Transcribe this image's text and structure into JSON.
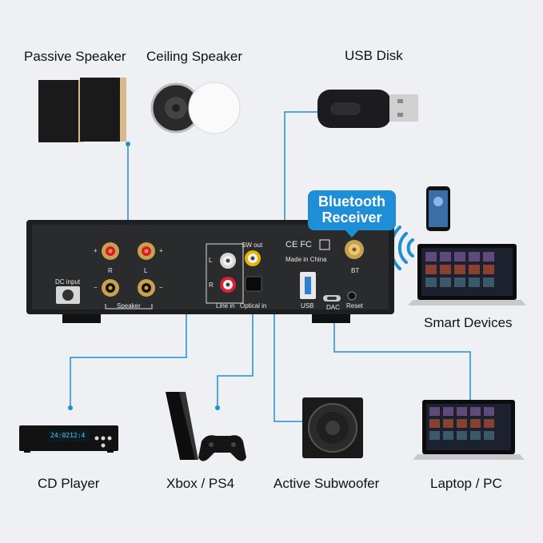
{
  "devices": {
    "passive_speaker": "Passive Speaker",
    "ceiling_speaker": "Ceiling Speaker",
    "usb_disk": "USB Disk",
    "smart_devices": "Smart Devices",
    "cd_player": "CD Player",
    "console": "Xbox / PS4",
    "subwoofer": "Active Subwoofer",
    "laptop": "Laptop / PC"
  },
  "callout": {
    "line1": "Bluetooth",
    "line2": "Receiver"
  },
  "panel": {
    "dc_input": "DC input",
    "speaker": "Speaker",
    "ch_r": "R",
    "ch_l": "L",
    "line_l": "L",
    "line_r": "R",
    "line_in": "Line in",
    "sw_out": "SW out",
    "optical_in": "Optical in",
    "made_in": "Made in China",
    "usb": "USB",
    "dac": "DAC",
    "reset": "Reset",
    "bt": "BT",
    "plus": "+",
    "minus": "−",
    "certs": "CE FC"
  },
  "cd_display": "24:0212:4"
}
